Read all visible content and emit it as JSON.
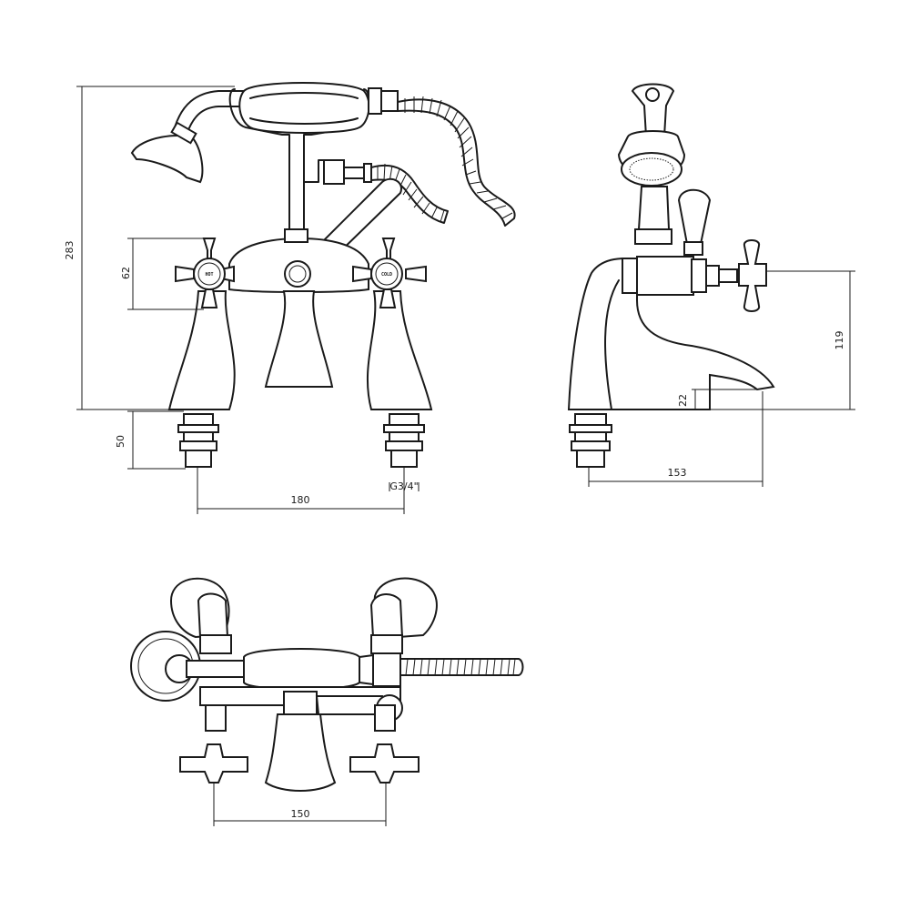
{
  "dimensions": {
    "overall_height": "283",
    "handle_height": "62",
    "tail_length": "50",
    "inlet_centres_front": "180",
    "inlet_thread": "G3/4\"",
    "spout_height": "119",
    "spout_clearance": "22",
    "spout_projection": "153",
    "inlet_centres_plan": "150"
  },
  "handle_labels": {
    "hot": "HOT",
    "cold": "COLD"
  }
}
